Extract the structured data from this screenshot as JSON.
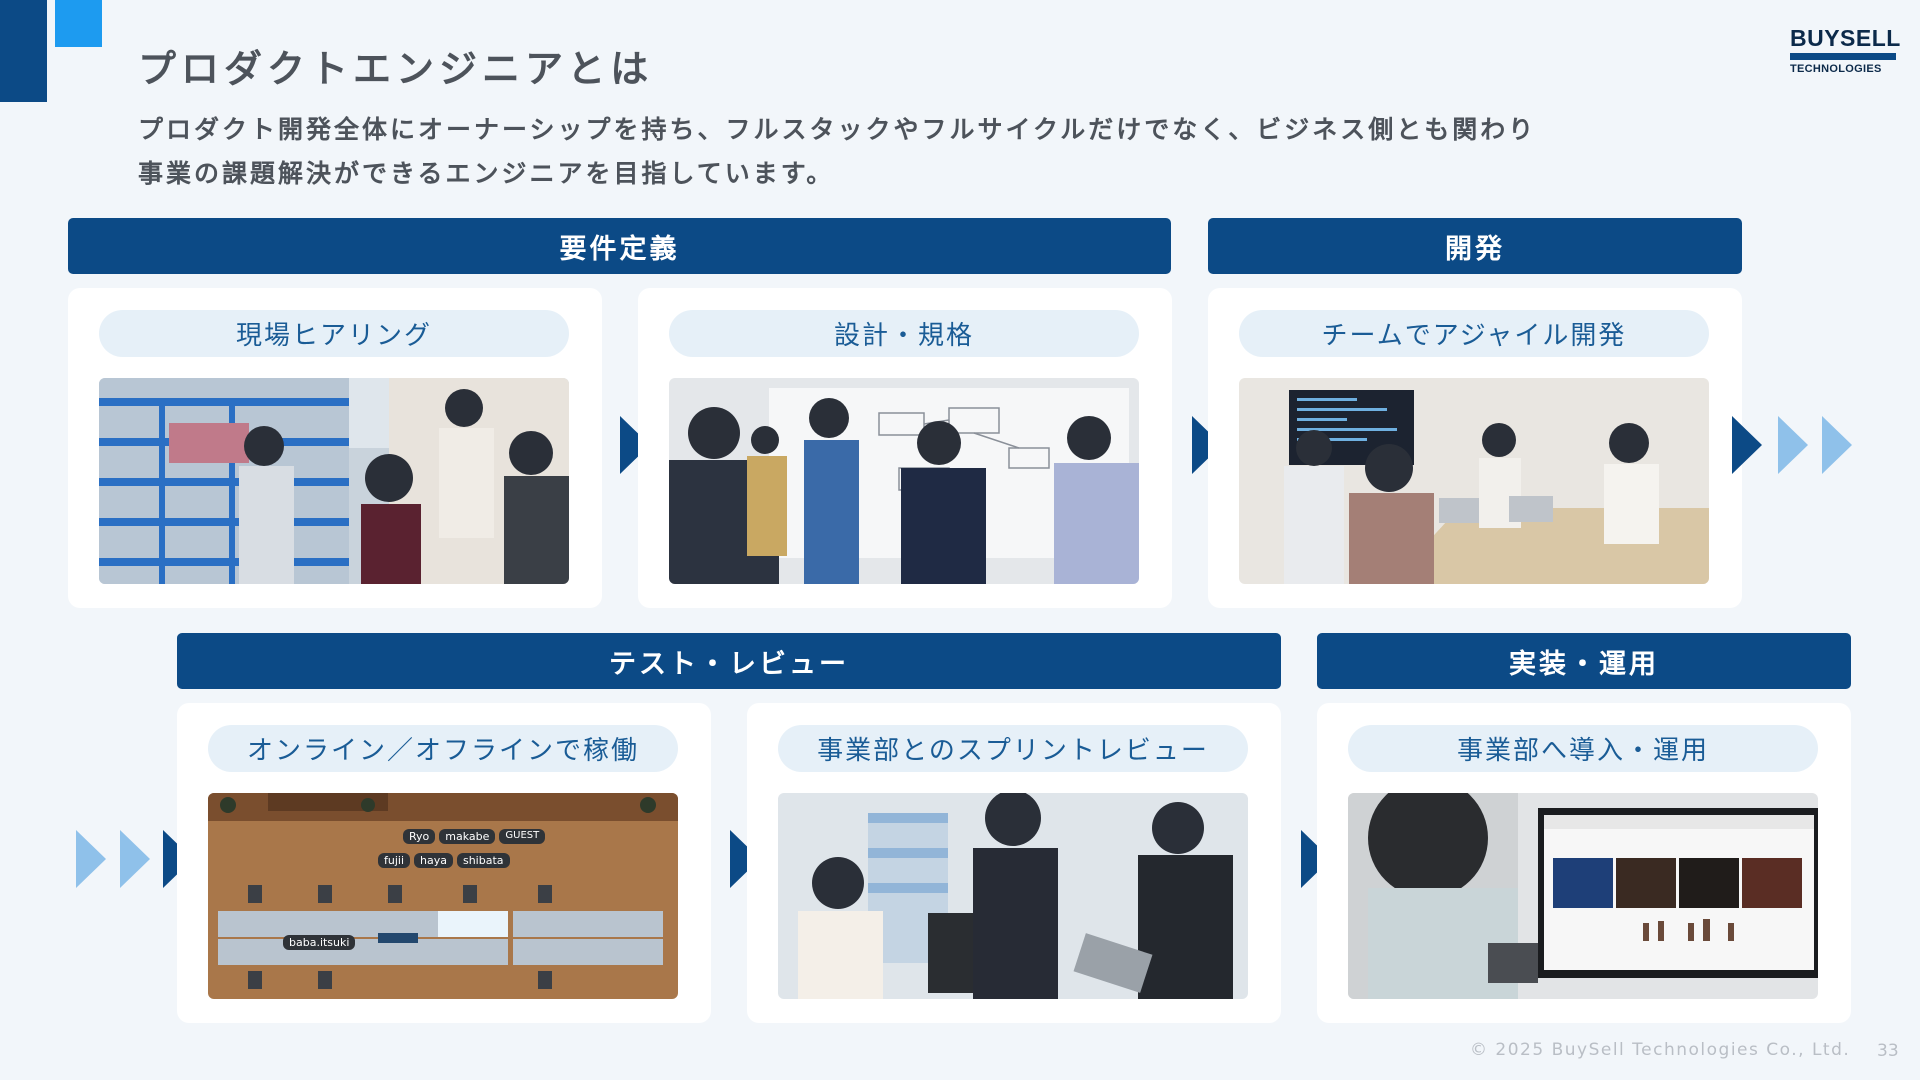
{
  "slide": {
    "title": "プロダクトエンジニアとは",
    "subtitle_line1": "プロダクト開発全体にオーナーシップを持ち、フルスタックやフルサイクルだけでなく、ビジネス側とも関わり",
    "subtitle_line2": "事業の課題解決ができるエンジニアを目指しています。"
  },
  "logo": {
    "main": "BUYSELL",
    "sub": "TECHNOLOGIES"
  },
  "phases": {
    "requirements": "要件定義",
    "development": "開発",
    "test_review": "テスト・レビュー",
    "implementation": "実装・運用"
  },
  "steps": [
    {
      "label": "現場ヒアリング",
      "photo_icon": "warehouse-photo"
    },
    {
      "label": "設計・規格",
      "photo_icon": "whiteboard-photo"
    },
    {
      "label": "チームでアジャイル開発",
      "photo_icon": "meeting-room-photo"
    },
    {
      "label": "オンライン／オフラインで稼働",
      "photo_icon": "virtual-office-photo"
    },
    {
      "label": "事業部とのスプリントレビュー",
      "photo_icon": "sprint-review-photo"
    },
    {
      "label": "事業部へ導入・運用",
      "photo_icon": "monitor-photo"
    }
  ],
  "virtual_office": {
    "avatars": [
      "Ryo",
      "makabe",
      "GUEST",
      "fujii",
      "haya",
      "shibata",
      "baba.itsuki"
    ]
  },
  "footer": {
    "copyright": "© 2025 BuySell Technologies Co., Ltd.",
    "page": "33"
  },
  "colors": {
    "navy": "#0c4a86",
    "accent": "#1d9bf0",
    "light_arrow": "#8fc1ea",
    "pill_bg": "#e6f0f8"
  }
}
